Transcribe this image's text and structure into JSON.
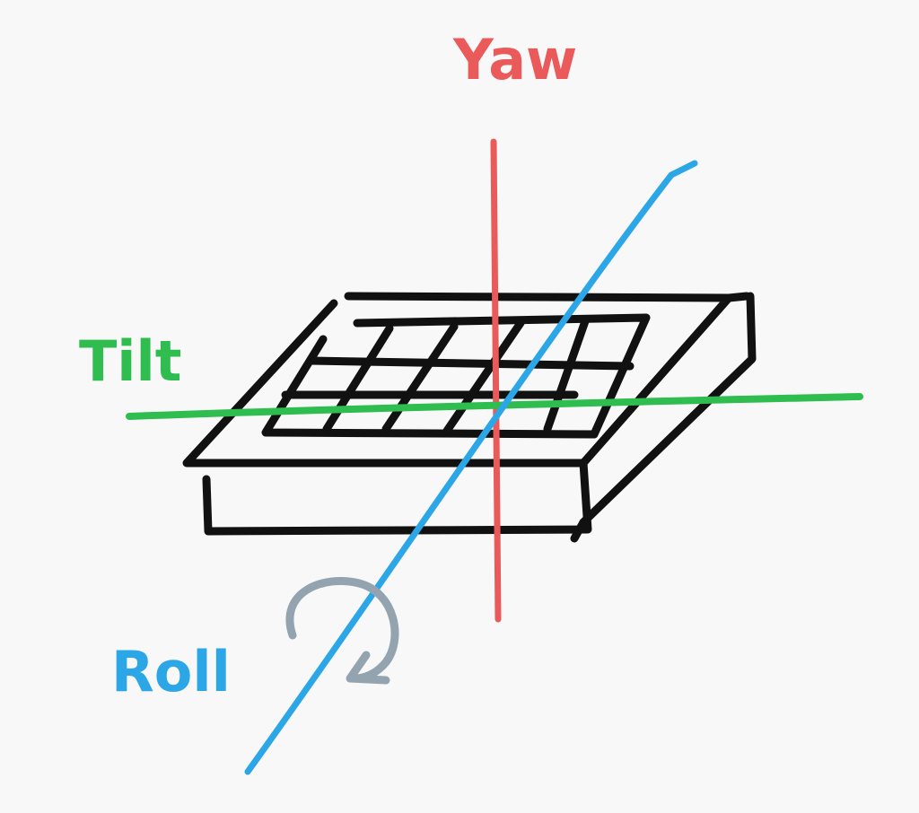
{
  "colors": {
    "background": "#f8f8f8",
    "device": "#111111",
    "yaw": "#ea5a5a",
    "tilt": "#2ebd4e",
    "roll": "#2ba6e6",
    "rotation_arrow": "#93a4b0"
  },
  "axes": {
    "yaw": {
      "label": "Yaw"
    },
    "tilt": {
      "label": "Tilt"
    },
    "roll": {
      "label": "Roll",
      "rotation_indicator": "curved-arrow-icon"
    }
  },
  "device": {
    "icon": "grid-panel-device-icon"
  }
}
